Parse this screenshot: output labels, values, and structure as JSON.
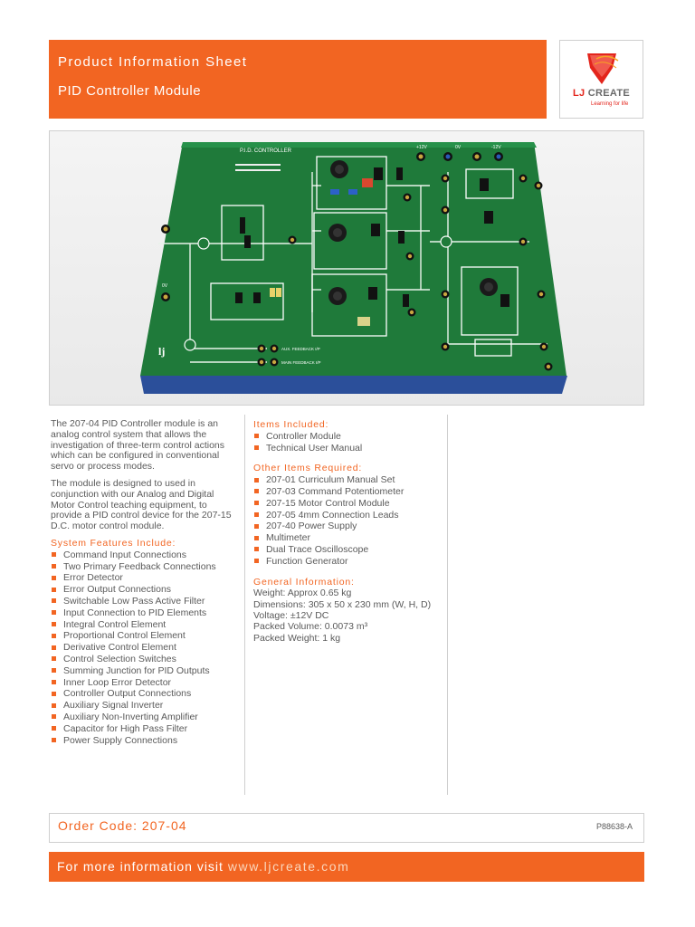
{
  "header": {
    "title": "Product Information Sheet",
    "subtitle": "PID Controller Module"
  },
  "logo": {
    "brand_prefix": "LJ",
    "brand_suffix": " CREATE",
    "tagline": "Learning for life"
  },
  "photo": {
    "board_title": "P.I.D. CONTROLLER",
    "labels": [
      "+12V",
      "0V",
      "-12V",
      "0V",
      "AUX. FEEDBACK I/P",
      "MAIN FEEDBACK I/P"
    ]
  },
  "intro": {
    "paragraph1": "The 207-04 PID Controller module is an analog control system that allows the investigation of three-term control actions which can be configured in conventional servo or process modes.",
    "paragraph2": "The module is designed to used in conjunction with our Analog and Digital Motor Control teaching equipment, to provide a PID control device for the 207-15 D.C. motor control module."
  },
  "features": {
    "heading": "System Features Include:",
    "items": [
      "Command Input Connections",
      "Two Primary Feedback Connections",
      "Error Detector",
      "Error Output Connections",
      "Switchable Low Pass Active Filter",
      "Input Connection to PID Elements",
      "Integral Control Element",
      "Proportional Control Element",
      "Derivative Control Element",
      "Control Selection Switches",
      "Summing Junction for PID Outputs",
      "Inner Loop Error Detector",
      "Controller Output Connections",
      "Auxiliary Signal Inverter",
      "Auxiliary Non-Inverting Amplifier",
      "Capacitor for High Pass Filter",
      "Power Supply Connections"
    ]
  },
  "included": {
    "heading": "Items Included:",
    "items": [
      "Controller Module",
      "Technical User Manual"
    ]
  },
  "required": {
    "heading": "Other Items Required:",
    "items": [
      "207-01 Curriculum Manual Set",
      "207-03 Command Potentiometer",
      "207-15 Motor Control Module",
      "207-05 4mm Connection Leads",
      "207-40 Power Supply",
      "Multimeter",
      "Dual Trace Oscilloscope",
      "Function Generator"
    ]
  },
  "general": {
    "heading": "General Information:",
    "lines": [
      "Weight: Approx 0.65 kg",
      "Dimensions: 305 x 50 x 230 mm (W, H, D)",
      "Voltage: ±12V DC",
      "Packed Volume: 0.0073 m³",
      "Packed Weight: 1 kg"
    ]
  },
  "order": {
    "code_text": "Order Code: 207-04",
    "reference": "P88638-A"
  },
  "footer": {
    "lead": "For more information visit ",
    "url": "www.ljcreate.com"
  },
  "colors": {
    "accent": "#f26522",
    "board_green": "#1f7a3a",
    "text": "#5a5a5a"
  }
}
